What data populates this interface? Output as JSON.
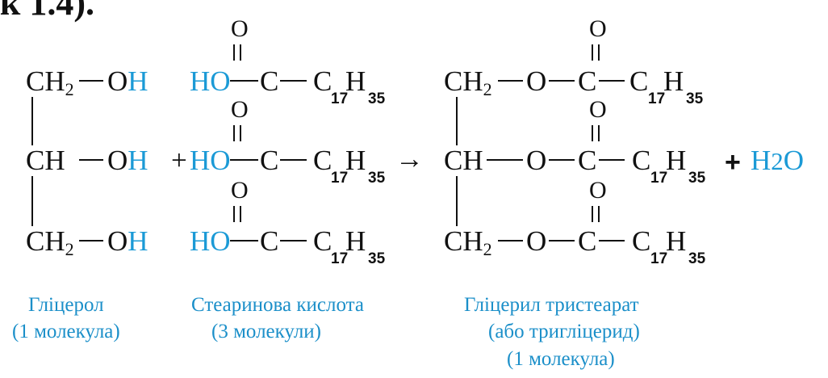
{
  "top_fragment": "к 1.4).",
  "glycerol": {
    "g1": "CH",
    "sub2": "2",
    "bond": "—",
    "oh": "OH",
    "g2": "CH",
    "g3": "CH"
  },
  "acid": {
    "ho": "HO",
    "c": "C",
    "o": "O",
    "ch": "C",
    "h": "H",
    "n17": "17",
    "n35": "35"
  },
  "product": {
    "ch2": "CH",
    "sub2": "2",
    "ch": "CH",
    "o": "O",
    "c": "C",
    "ch17": "C",
    "h": "H",
    "n17": "17",
    "n35": "35"
  },
  "operators": {
    "plus": "+",
    "arrow": "→",
    "plus2": "+",
    "water": "H2O"
  },
  "captions": {
    "glycerol_name": "Гліцерол",
    "glycerol_count": "(1 молекула)",
    "acid_name": "Стеаринова кислота",
    "acid_count": "(3 молекули)",
    "product_name": "Гліцерил тристеарат",
    "product_alt": "(або тригліцерид)",
    "product_count": "(1 молекула)"
  }
}
